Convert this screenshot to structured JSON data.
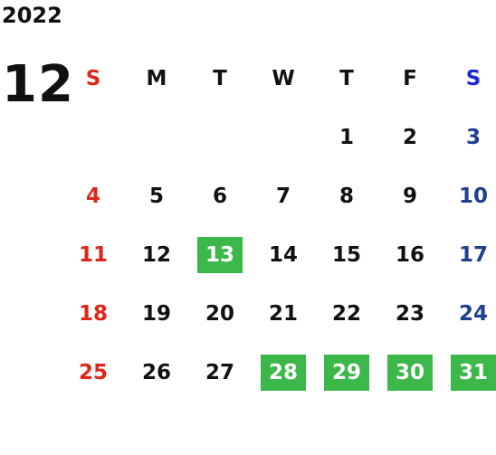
{
  "year": "2022",
  "month": "12",
  "weekdays": [
    "S",
    "M",
    "T",
    "W",
    "T",
    "F",
    "S"
  ],
  "days": [
    "1",
    "2",
    "3",
    "4",
    "5",
    "6",
    "7",
    "8",
    "9",
    "10",
    "11",
    "12",
    "13",
    "14",
    "15",
    "16",
    "17",
    "18",
    "19",
    "20",
    "21",
    "22",
    "23",
    "24",
    "25",
    "26",
    "27",
    "28",
    "29",
    "30",
    "31"
  ],
  "colors": {
    "sunday": "#e0251b",
    "saturday": "#1f3f8f",
    "saturday_header": "#1a28d8",
    "highlight": "#3cb84a"
  }
}
